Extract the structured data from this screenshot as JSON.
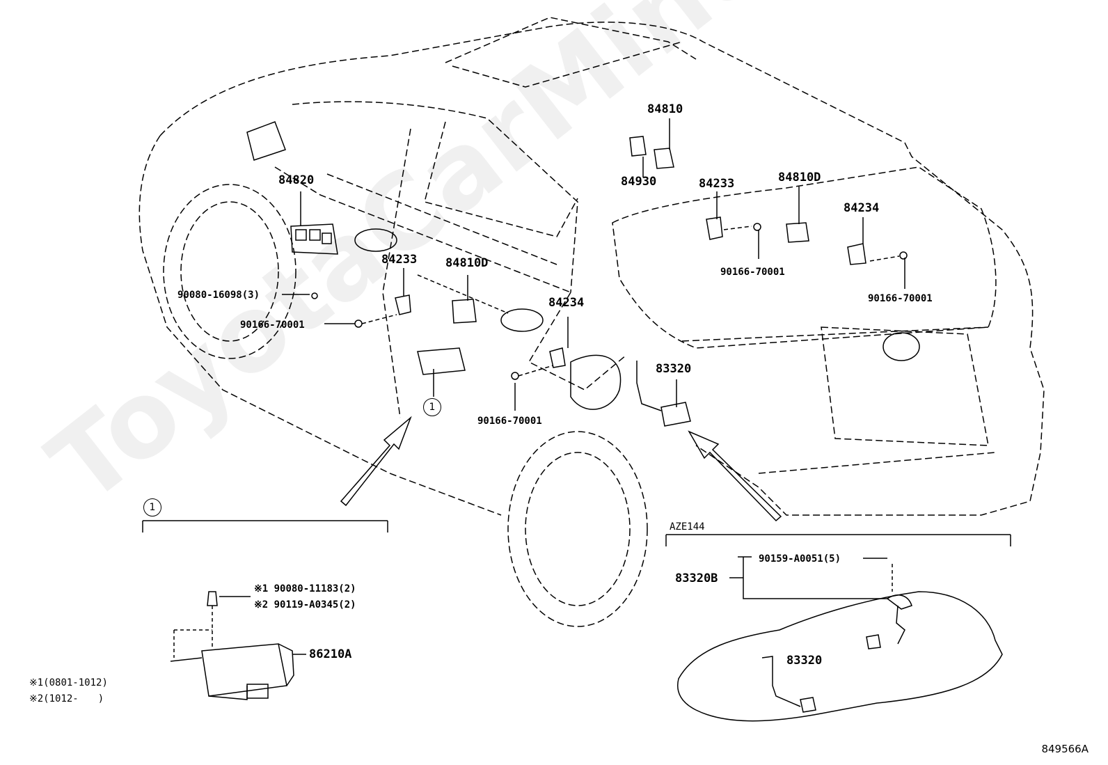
{
  "watermark": "ToyotaCarMine.ru",
  "diagram_ref": "849566A",
  "group_mark": "1",
  "variant_code": "AZE144",
  "callouts": {
    "p84810": "84810",
    "p84930": "84930",
    "p84820": "84820",
    "p84233_front": "84233",
    "p84233_rear": "84233",
    "p84810D_front": "84810D",
    "p84810D_rear": "84810D",
    "p84234_front": "84234",
    "p84234_rear": "84234",
    "p90166_a": "90166-70001",
    "p90166_b": "90166-70001",
    "p90166_c": "90166-70001",
    "p90166_d": "90166-70001",
    "p90080_16098": "90080-16098(3)",
    "p83320": "83320",
    "p83320_tank": "83320",
    "p83320B": "83320B",
    "p90159": "90159-A0051(5)",
    "p86210A": "86210A",
    "p90080_11183": "※1 90080-11183(2)",
    "p90119": "※2 90119-A0345(2)"
  },
  "notes": {
    "n1": "※1(0801-1012)",
    "n2": "※2(1012-　　)"
  }
}
